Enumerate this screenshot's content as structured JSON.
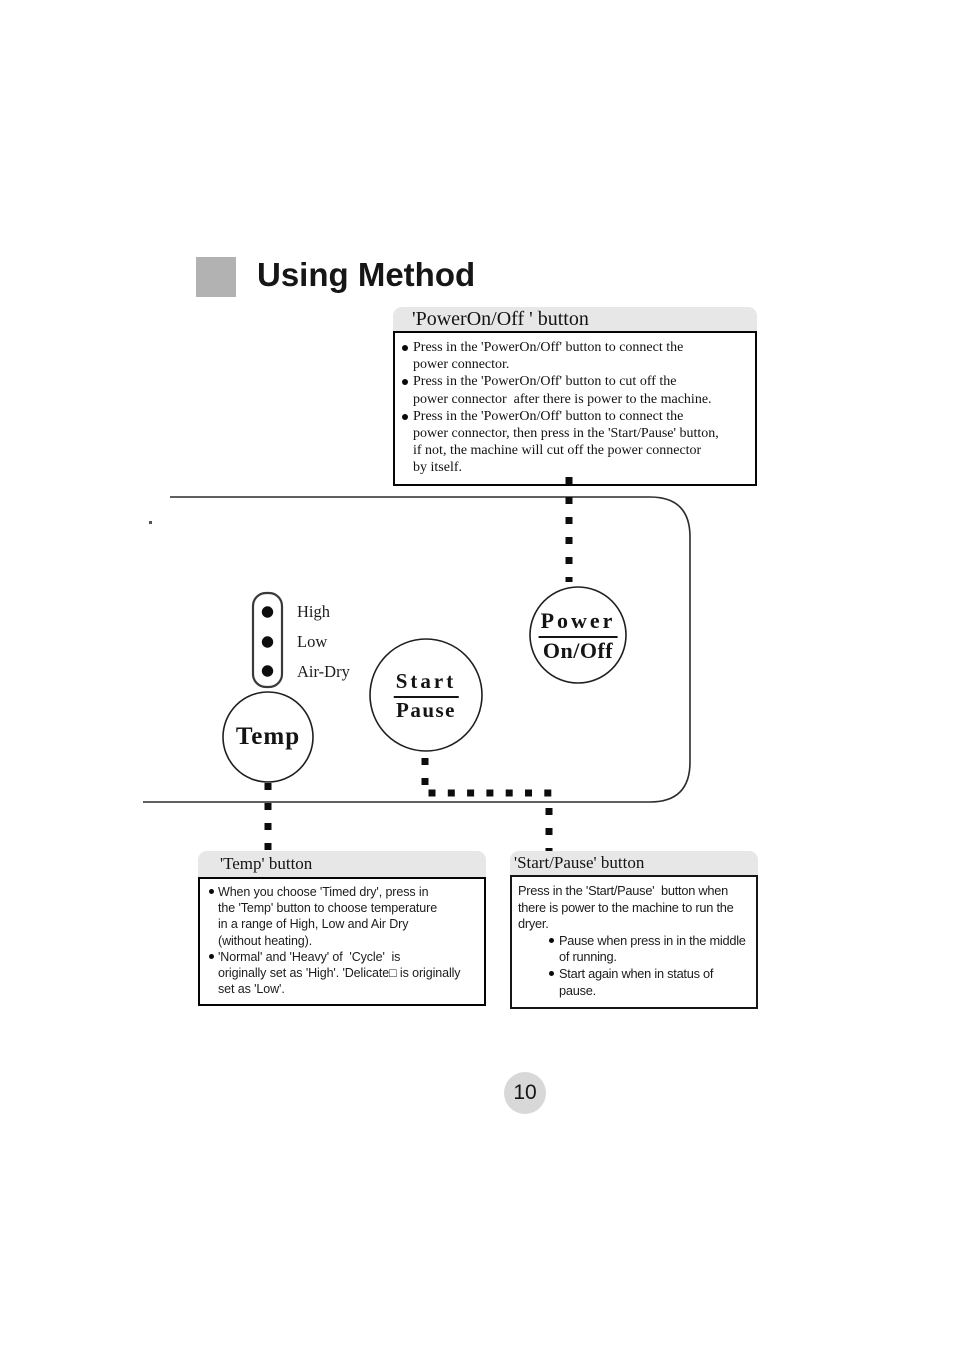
{
  "colors": {
    "ink": "#111111",
    "header_gray": "#e7e7e7",
    "title_square_gray": "#b2b2b2",
    "page_circle_gray": "#d8d8d8"
  },
  "header": {
    "title": "Using Method"
  },
  "power_box": {
    "header": "'PowerOn/Off ' button",
    "bullets": [
      "Press in the 'PowerOn/Off' button to connect the\npower connector.",
      "Press in the 'PowerOn/Off' button to cut off the\npower connector  after there is power to the machine.",
      "Press in the 'PowerOn/Off' button to connect the\npower connector, then press in the 'Start/Pause' button,\nif not, the machine will cut off the power connector\nby itself."
    ]
  },
  "panel": {
    "led_labels": [
      "High",
      "Low",
      "Air-Dry"
    ],
    "temp_label": "Temp",
    "start_label": "Start",
    "pause_label": "Pause",
    "power_label": "Power",
    "onoff_label": "On/Off"
  },
  "temp_box": {
    "header": "'Temp' button",
    "bullets": [
      "When you choose 'Timed dry', press in\nthe 'Temp' button to choose temperature\nin a range of High, Low and Air Dry\n(without heating).",
      "'Normal' and 'Heavy' of  'Cycle'  is\noriginally set as 'High'. 'Delicate□ is originally\nset as 'Low'."
    ]
  },
  "start_pause_box": {
    "header": "'Start/Pause' button",
    "intro": "Press in the 'Start/Pause'  button when\nthere is power to the machine to run the\ndryer.",
    "bullets": [
      "Pause when press in in the middle\nof running.",
      "Start again when in status of\npause."
    ]
  },
  "footer": {
    "page_number": "10"
  }
}
